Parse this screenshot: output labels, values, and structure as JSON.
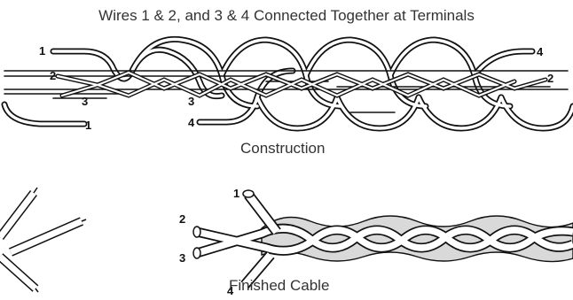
{
  "title": "Wires 1 & 2, and 3 & 4 Connected Together at Terminals",
  "captions": {
    "construction": "Construction",
    "finished": "Finished Cable"
  },
  "labels": {
    "w1": "1",
    "w2": "2",
    "w3": "3",
    "w4": "4"
  },
  "colors": {
    "wire_fill": "#ffffff",
    "wire_shade": "#d9d9d9",
    "stroke": "#111111"
  }
}
